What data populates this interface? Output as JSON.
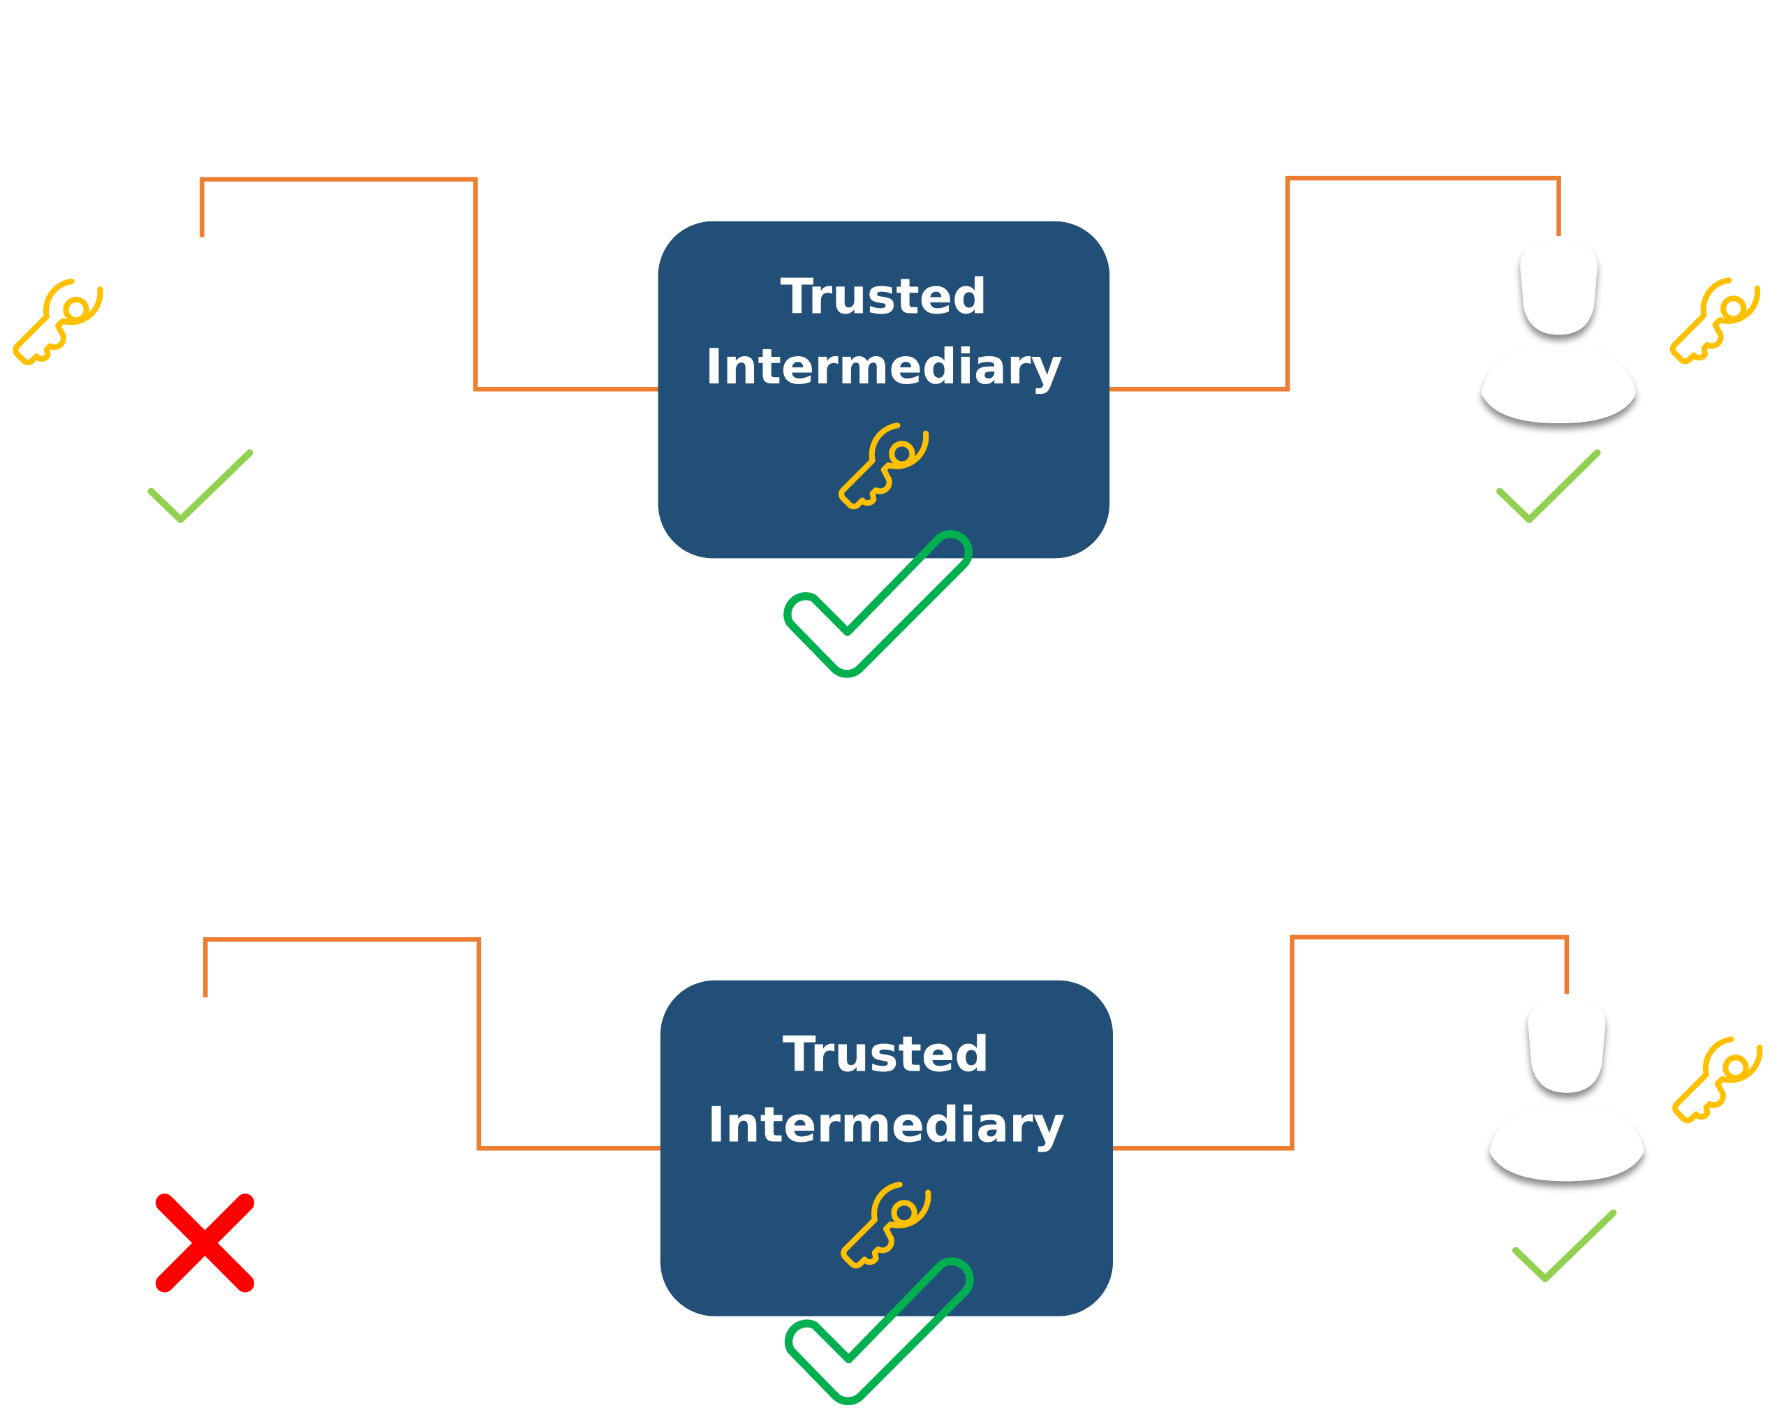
{
  "diagrams": [
    {
      "intermediary": {
        "line1": "Trusted",
        "line2": "Intermediary",
        "status": "verified"
      },
      "left_party": {
        "has_key": true,
        "status": "verified"
      },
      "right_party": {
        "type": "user",
        "has_key": true,
        "status": "verified"
      }
    },
    {
      "intermediary": {
        "line1": "Trusted",
        "line2": "Intermediary",
        "status": "verified"
      },
      "left_party": {
        "has_key": false,
        "status": "rejected"
      },
      "right_party": {
        "type": "user",
        "has_key": true,
        "status": "verified"
      }
    }
  ],
  "colors": {
    "box": "#214F77",
    "wire": "#ED7D31",
    "key": "#FFC000",
    "check_small": "#92D050",
    "check_big": "#00B050",
    "cross": "#FF0000"
  }
}
